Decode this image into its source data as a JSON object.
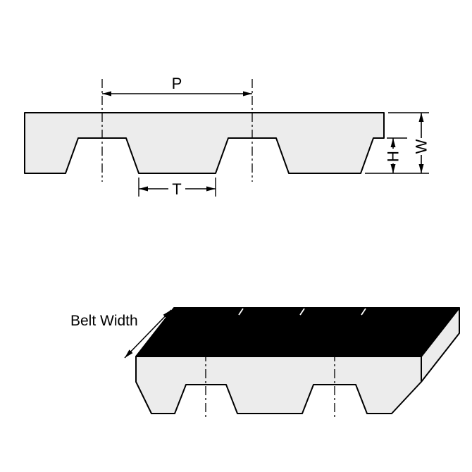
{
  "diagram": {
    "labels": {
      "pitch": "P",
      "tooth_width": "T",
      "tooth_height": "H",
      "belt_thickness": "W",
      "belt_width": "Belt Width"
    },
    "colors": {
      "belt_fill": "#ececec",
      "top_face": "#000000",
      "outline": "#000000",
      "background": "#ffffff"
    }
  }
}
